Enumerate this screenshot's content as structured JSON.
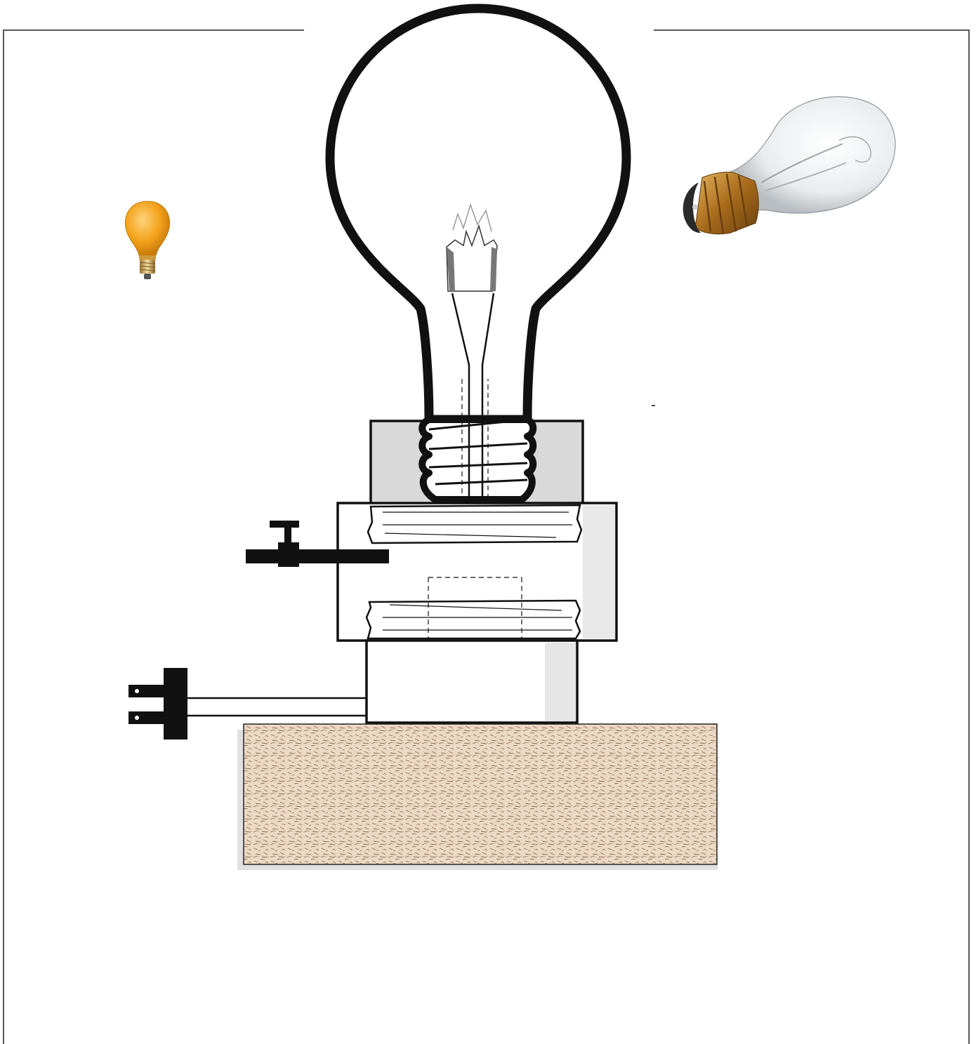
{
  "diagram": {
    "components": [
      {
        "name": "giant-bulb",
        "kind": "incandescent light bulb"
      },
      {
        "name": "filament",
        "kind": "broken filament"
      },
      {
        "name": "bulb-socket",
        "kind": "threaded socket block"
      },
      {
        "name": "coupling",
        "kind": "threaded coupling with valve"
      },
      {
        "name": "valve",
        "kind": "valve / tap on pipe"
      },
      {
        "name": "lower-fitting",
        "kind": "fitting"
      },
      {
        "name": "power-plug",
        "kind": "two-prong plug with cord"
      },
      {
        "name": "base-block",
        "kind": "stone base"
      },
      {
        "name": "small-amber-bulb",
        "kind": "amber light bulb"
      },
      {
        "name": "clear-bulb",
        "kind": "clear light bulb lying on side"
      }
    ],
    "colors": {
      "outline": "#111111",
      "socket_fill": "#d9d9d9",
      "stone": "#e6cfb6",
      "stone_speckle": "#8a6a4a",
      "amber": "#f2a21a",
      "brass": "#b9812a"
    }
  }
}
